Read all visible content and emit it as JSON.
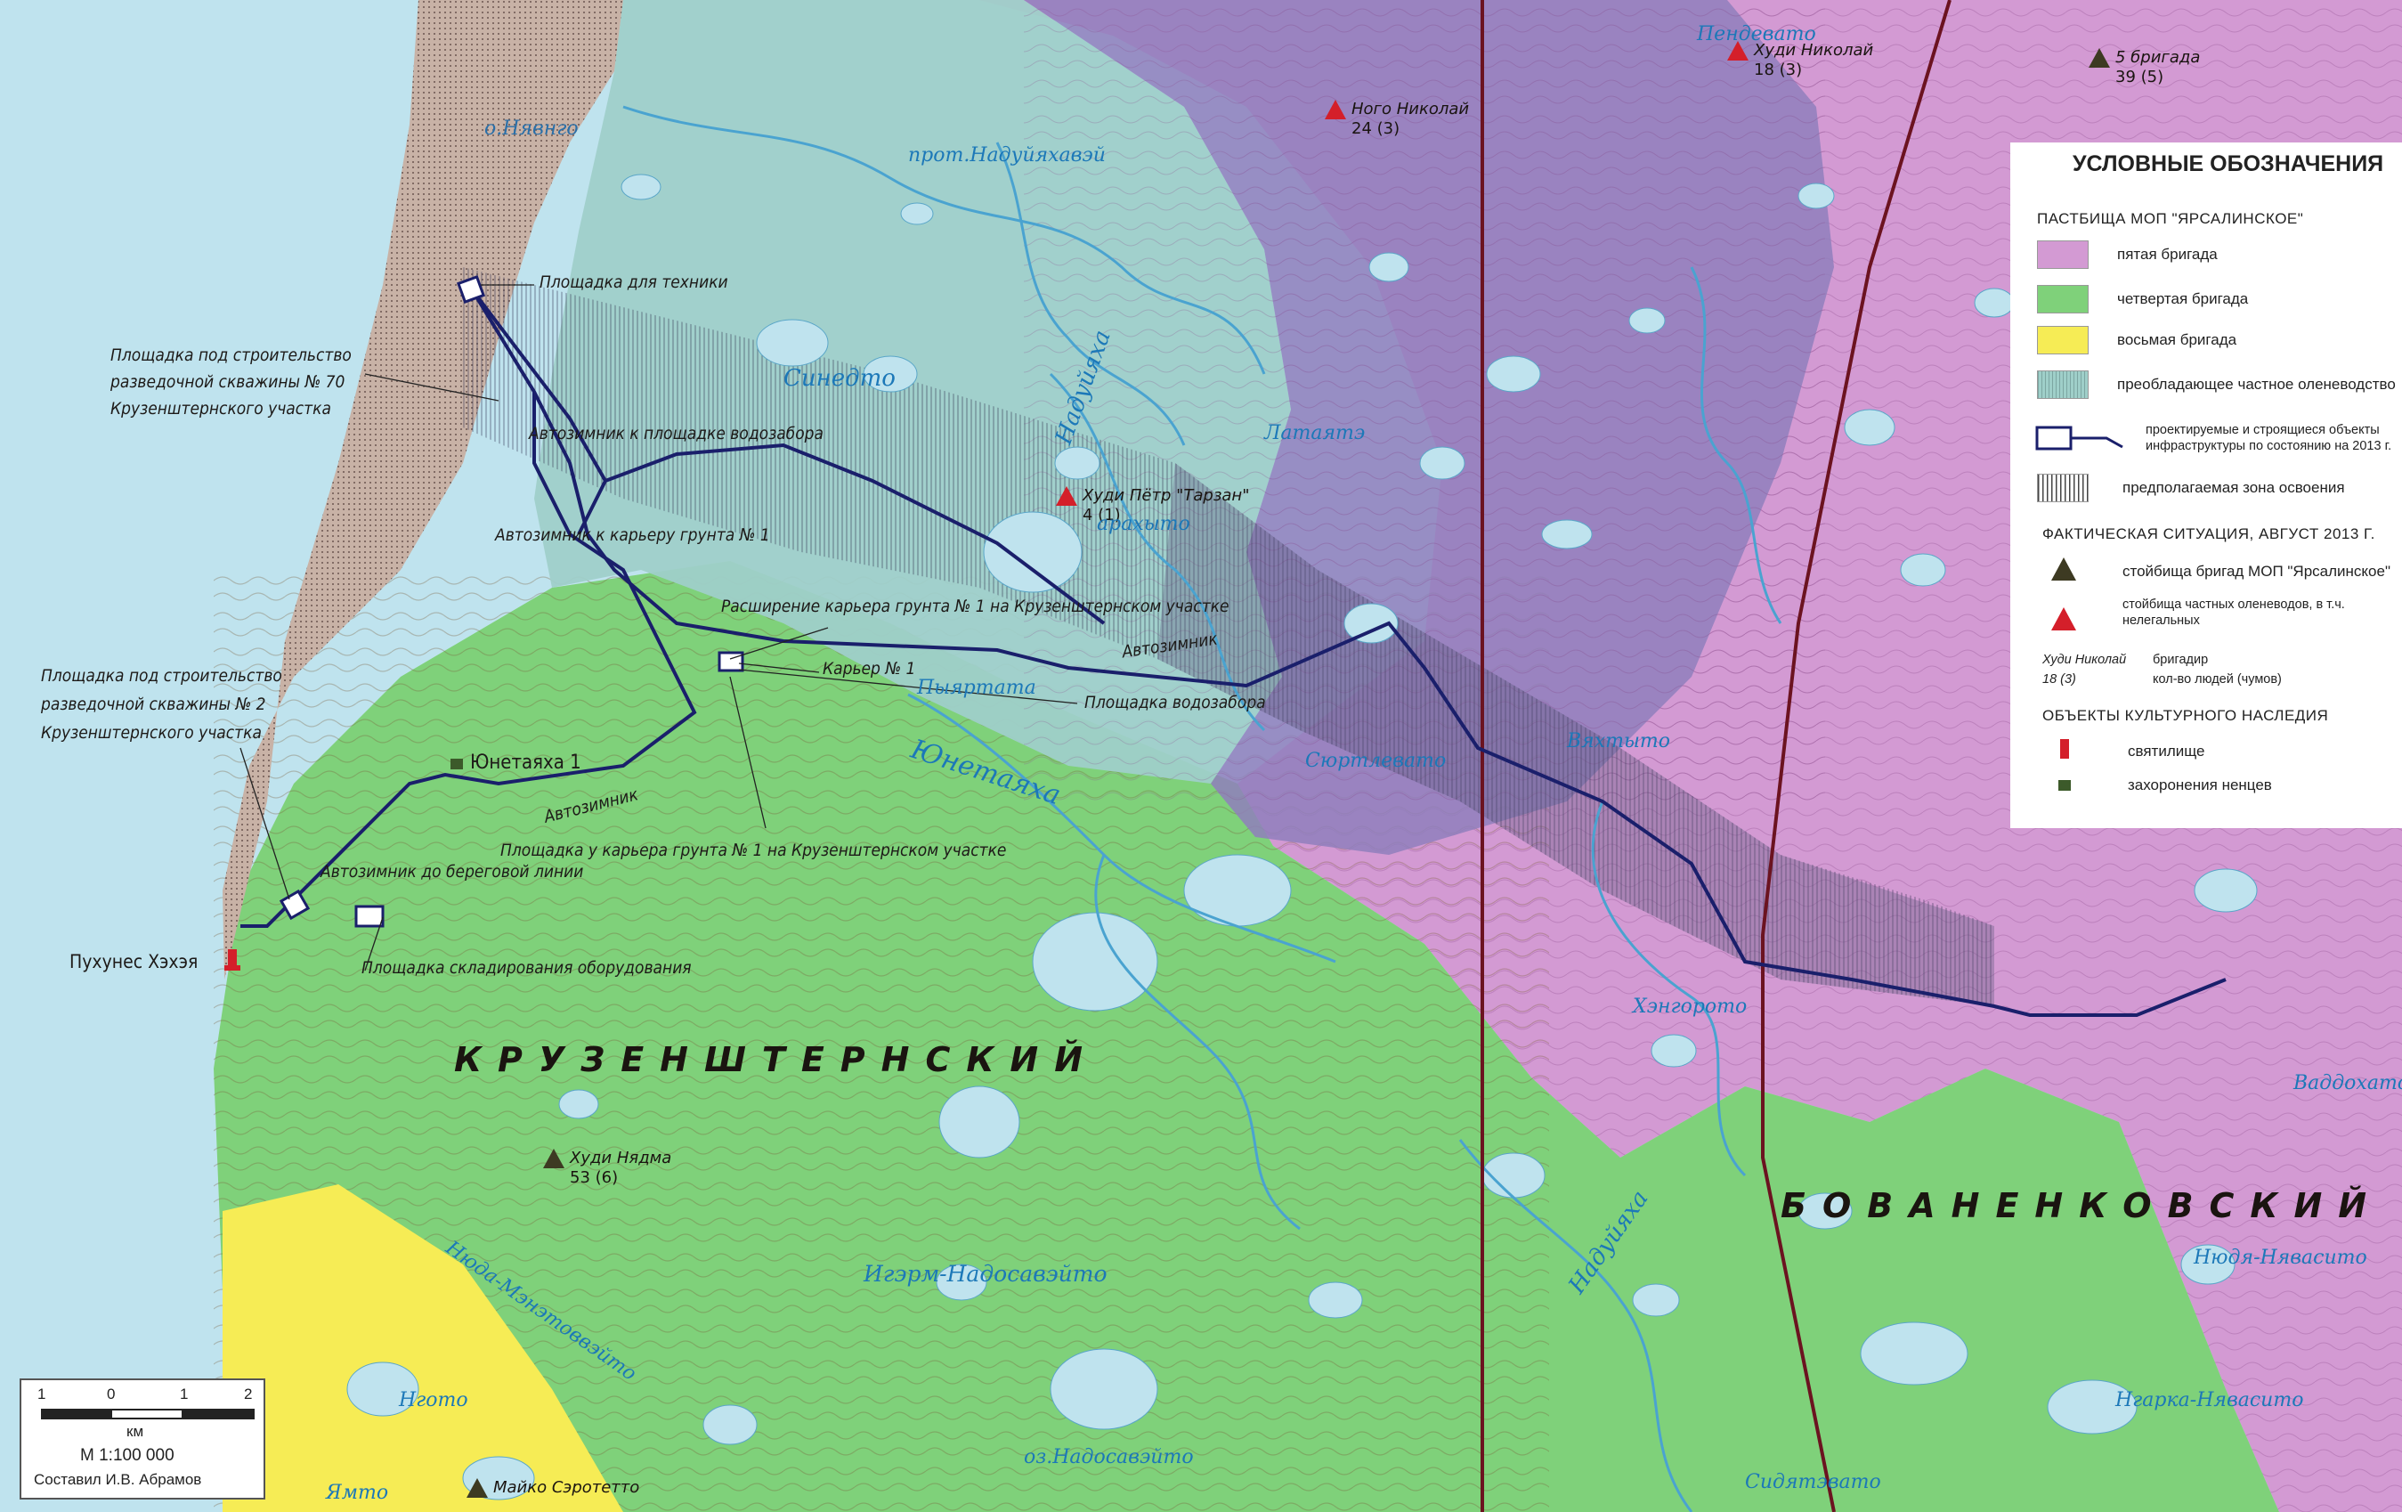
{
  "legend": {
    "title": "УСЛОВНЫЕ ОБОЗНАЧЕНИЯ",
    "section_pastures": "ПАСТБИЩА МОП \"ЯРСАЛИНСКОЕ\"",
    "brigade5": "пятая бригада",
    "brigade4": "четвертая бригада",
    "brigade8": "восьмая бригада",
    "private": "преобладающее частное оленеводство",
    "infra": "проектируемые и строящиеся объекты инфраструктуры по состоянию на 2013 г.",
    "zone": "предполагаемая зона освоения",
    "section_actual": "ФАКТИЧЕСКАЯ СИТУАЦИЯ, АВГУСТ 2013 Г.",
    "camp_mop": "стойбища бригад МОП \"Ярсалинское\"",
    "camp_private": "стойбища частных оленеводов, в т.ч. нелегальных",
    "sample_name": "Худи Николай",
    "sample_count": "18 (3)",
    "sample_brigadier": "бригадир",
    "sample_people": "кол-во людей (чумов)",
    "section_heritage": "ОБЪЕКТЫ КУЛЬТУРНОГО НАСЛЕДИЯ",
    "sanctuary": "святилище",
    "burials": "захоронения ненцев"
  },
  "scale": {
    "ticks": [
      "1",
      "0",
      "1",
      "2"
    ],
    "unit": "км",
    "ratio": "М 1:100 000",
    "author": "Составил И.В. Абрамов"
  },
  "regions": {
    "kruzenshtern": "КРУЗЕНШТЕРНСКИЙ",
    "bovanenkovo": "БОВАНЕНКОВСКИЙ"
  },
  "annotations": {
    "tech_site": "Площадка для техники",
    "well70_line1": "Площадка под строительство",
    "well70_line2": "разведочной скважины № 70",
    "well70_line3": "Крузенштернского участка",
    "winter_road_water": "Автозимник к площадке водозабора",
    "winter_road_quarry": "Автозимник к карьеру грунта № 1",
    "quarry_expansion": "Расширение карьера грунта № 1 на Крузенштернском участке",
    "winter_road": "Автозимник",
    "quarry1": "Карьер № 1",
    "water_site": "Площадка водозабора",
    "well2_line1": "Площадка под строительство",
    "well2_line2": "разведочной скважины № 2",
    "well2_line3": "Крузенштернского участка",
    "yunetayakha1": "Юнетаяха 1",
    "winter_road2": "Автозимник",
    "quarry_site": "Площадка у карьера грунта № 1 на Крузенштернском участке",
    "coast_road": "Автозимник до береговой линии",
    "storage": "Площадка складирования оборудования",
    "pukhunes": "Пухунес Хэхэя"
  },
  "hydro": {
    "nyavngo": "о.Нявнго",
    "prot": "прот.Надуйяхавэй",
    "sinedto": "Синедто",
    "naduyakha1": "Надуйяха",
    "latatayta": "Латаятэ",
    "arakhyto": "арахыто",
    "pyyarpata": "Пыяртата",
    "yunetayakha": "Юнетаяха",
    "syurtlevato": "Сюртлевато",
    "vyakhtyto": "Вяхтыто",
    "khengoroto": "Хэнгорото",
    "naduyakha2": "Надуйяха",
    "igerm": "Игэрм-Надосавэйто",
    "nyuda": "Нюда-Мэнэтоввэйто",
    "ngoto": "Нгото",
    "yamto": "Ямто",
    "nadosavey": "оз.Надосавэйто",
    "sidyaevato": "Сидятэвато",
    "ngarka": "Нгарка-Нявасито",
    "nyuda_nyava": "Нюдя-Нявасито",
    "vaniakh": "Ваддохато",
    "pendevato": "Пендевато"
  },
  "camps": {
    "nogo": {
      "name": "Ного Николай",
      "count": "24 (3)"
    },
    "khudi_n": {
      "name": "Худи Николай",
      "count": "18 (3)"
    },
    "brigade5": {
      "name": "5 бригада",
      "count": "39 (5)"
    },
    "tarzan": {
      "name": "Худи Пётр \"Тарзан\"",
      "count": "4 (1)"
    },
    "nyadma": {
      "name": "Худи Нядма",
      "count": "53 (6)"
    },
    "mayko": {
      "name": "Майко Сэротетто",
      "count": ""
    }
  },
  "colors": {
    "sea": "#bfe3ee",
    "brigade5": "#d39ad3",
    "brigade4": "#7fd17a",
    "brigade8": "#f6ec55",
    "private": "#9fcfc9",
    "infra": "#1a1f6b",
    "boundary": "#6b1320"
  }
}
